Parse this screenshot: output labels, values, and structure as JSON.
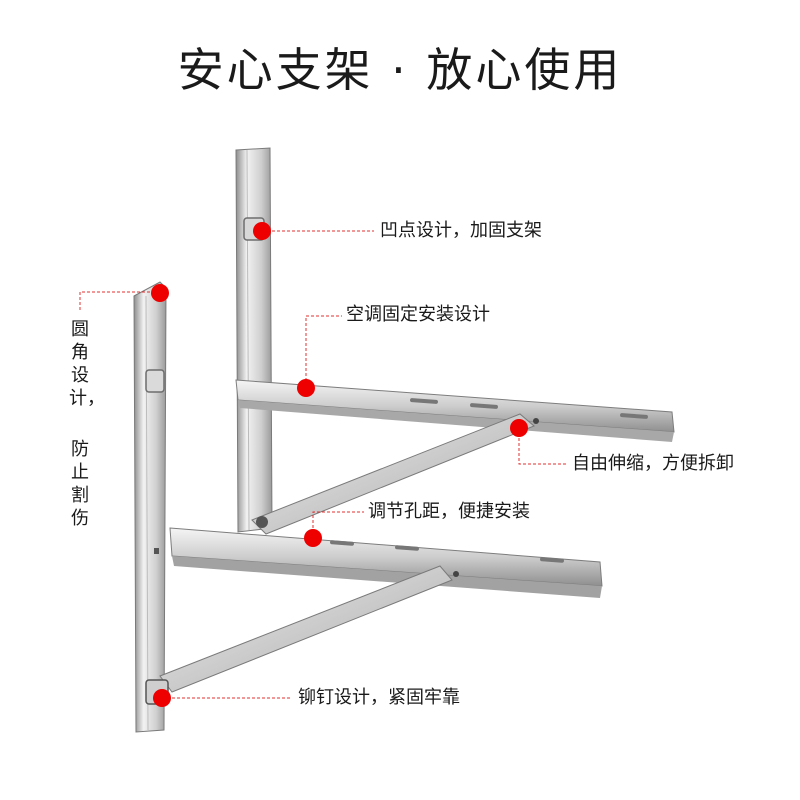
{
  "title": "安心支架 · 放心使用",
  "callouts": {
    "dimple": "凹点设计，加固支架",
    "ac_mount": "空调固定安装设计",
    "telescopic": "自由伸缩，方便拆卸",
    "hole_spacing": "调节孔距，便捷安装",
    "rivet": "铆钉设计，紧固牢靠"
  },
  "side_labels": {
    "rounded": "圆角设计，",
    "anti_cut": "防止割伤"
  },
  "colors": {
    "marker": "#ee0000",
    "leader": "#e03030",
    "steel_light": "#e9e9e9",
    "steel_dark": "#9a9a9a"
  }
}
